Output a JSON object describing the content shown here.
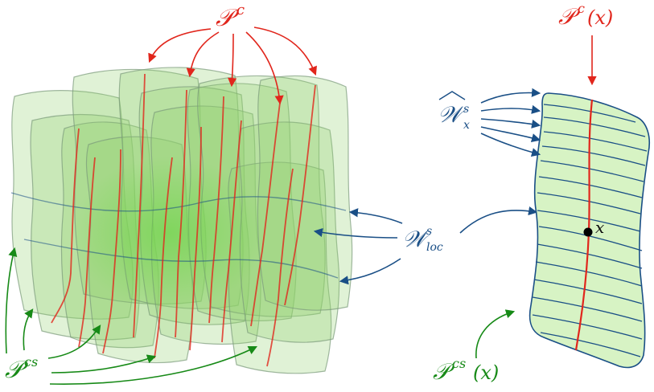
{
  "labels": {
    "center_family": "𝒫",
    "center_family_sup": "c",
    "center_leaf": "𝒫",
    "center_leaf_sup": "c",
    "center_leaf_arg": "(x)",
    "fake_stable": "𝒲",
    "fake_stable_sup": "s",
    "fake_stable_sub": "x",
    "local_stable": "𝒲",
    "local_stable_sup": "s",
    "local_stable_sub": "loc",
    "cs_family": "𝒫",
    "cs_family_sup": "cs",
    "cs_leaf": "𝒫",
    "cs_leaf_sup": "cs",
    "cs_leaf_arg": "(x)",
    "point": "x"
  },
  "colors": {
    "center": "#e1261c",
    "stable": "#1a4f86",
    "center_stable": "#178a17",
    "plaque_fill": "#8fd16a",
    "plaque_stroke": "#7a9a7a"
  }
}
